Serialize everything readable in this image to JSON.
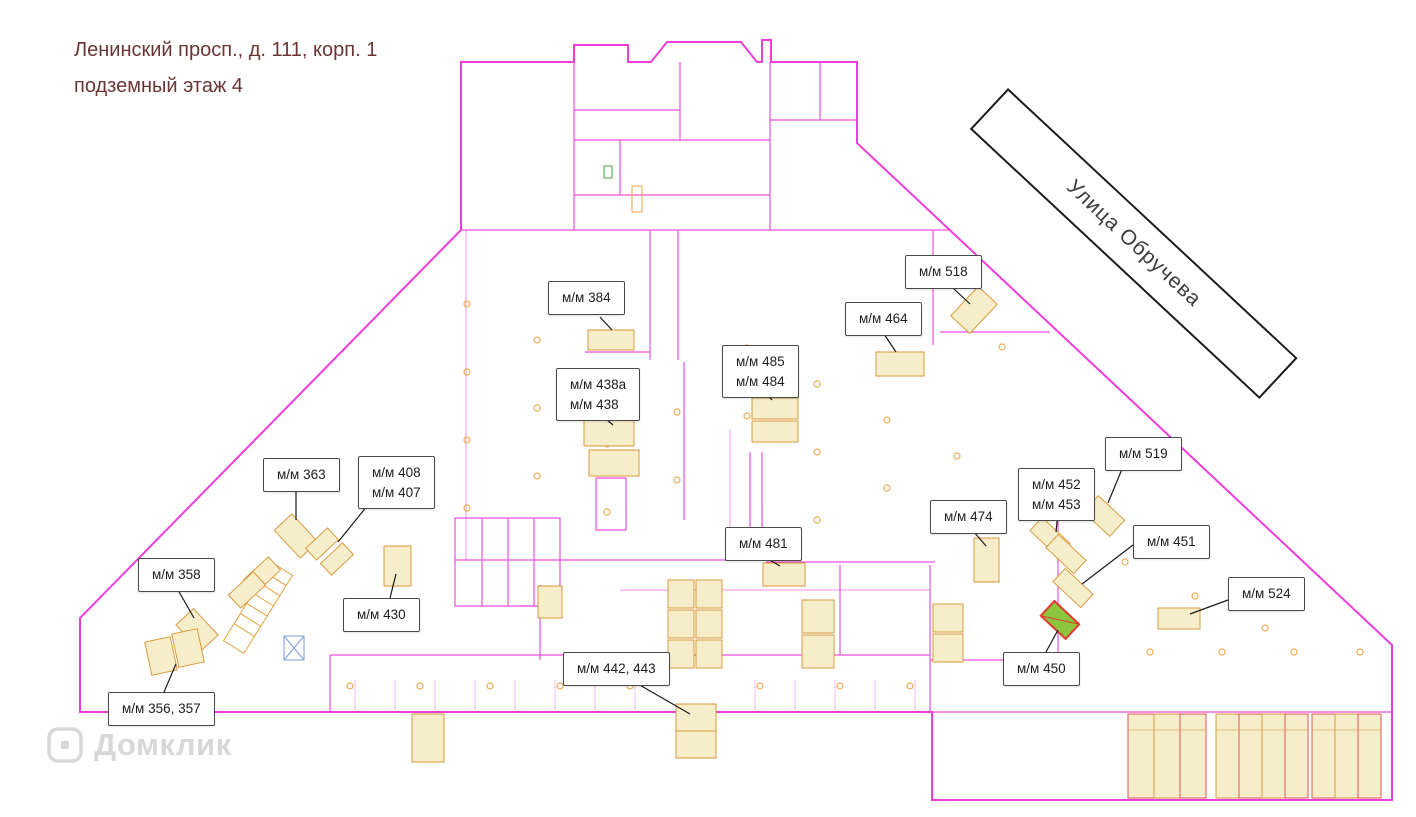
{
  "title": {
    "line1": "Ленинский просп., д. 111, корп. 1",
    "line2": "подземный этаж 4"
  },
  "street": {
    "name": "Улица Обручева"
  },
  "watermark": {
    "text": "Домклик"
  },
  "colors": {
    "walls": "#ee3ddb",
    "stall_fill": "#f6eecb",
    "stall_stroke": "#d99a3e",
    "occupied_stroke": "#e05555",
    "highlight_fill": "#8cc63f",
    "highlight_stroke": "#e03a2f",
    "callout_border": "#4a4a4a",
    "title_color": "#6b3535"
  },
  "callouts": [
    {
      "label": "м/м 384"
    },
    {
      "label": "м/м 438а\nм/м 438"
    },
    {
      "label": "м/м 485\nм/м 484"
    },
    {
      "label": "м/м 464"
    },
    {
      "label": "м/м 518"
    },
    {
      "label": "м/м 519"
    },
    {
      "label": "м/м 452\nм/м 453"
    },
    {
      "label": "м/м 474"
    },
    {
      "label": "м/м 481"
    },
    {
      "label": "м/м 451"
    },
    {
      "label": "м/м 524"
    },
    {
      "label": "м/м 450"
    },
    {
      "label": "м/м 442, 443"
    },
    {
      "label": "м/м 363"
    },
    {
      "label": "м/м 408\nм/м 407"
    },
    {
      "label": "м/м 358"
    },
    {
      "label": "м/м 430"
    },
    {
      "label": "м/м 356, 357"
    }
  ]
}
